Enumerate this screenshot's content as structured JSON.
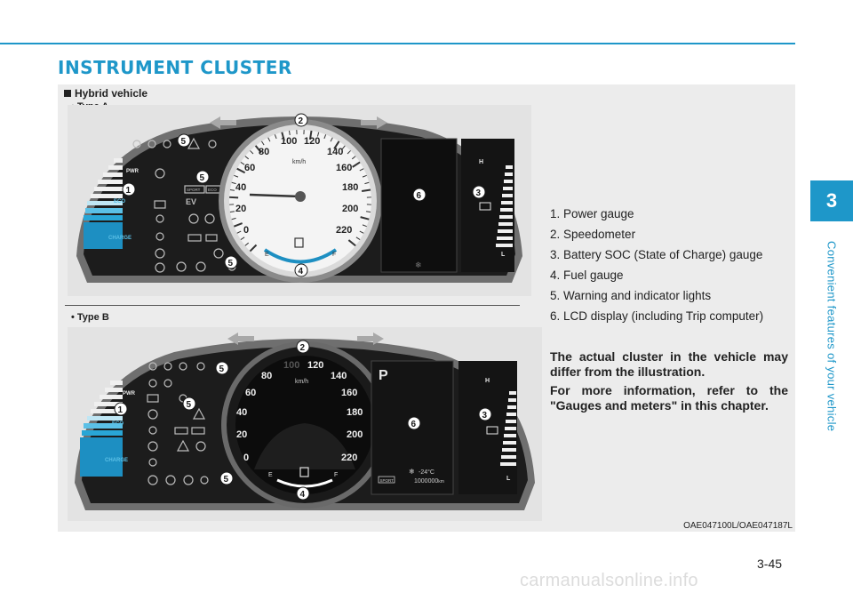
{
  "section_title": "INSTRUMENT CLUSTER",
  "chapter": {
    "number": "3",
    "title": "Convenient features of your vehicle"
  },
  "variant_heading": "Hybrid vehicle",
  "type_a_label": "• Type A",
  "type_b_label": "• Type B",
  "legend": [
    "1. Power gauge",
    "2. Speedometer",
    "3. Battery SOC (State of Charge) gauge",
    "4. Fuel gauge",
    "5. Warning and indicator lights",
    "6. LCD display (including Trip computer)"
  ],
  "note_1": "The actual cluster in the vehicle may differ from the illustration.",
  "note_2": "For more information, refer to the \"Gauges and meters\" in this chapter.",
  "image_code": "OAE047100L/OAE047187L",
  "page_number": "3-45",
  "watermark": "carmanualsonline.info",
  "cluster": {
    "speed_unit": "km/h",
    "speed_ticks": [
      "0",
      "20",
      "40",
      "60",
      "80",
      "100",
      "120",
      "140",
      "160",
      "180",
      "200",
      "220"
    ],
    "power_labels": [
      "PWR",
      "ECO",
      "CHARGE"
    ],
    "fuel_labels": [
      "E",
      "F"
    ],
    "soc_labels": [
      "H",
      "L"
    ],
    "mode_labels": [
      "SPORT",
      "ECO",
      "EV"
    ],
    "gear": "P",
    "outside_temp": "-24",
    "temp_unit": "°C",
    "odometer": "1000000",
    "odo_unit": "km",
    "callouts": [
      "1",
      "2",
      "3",
      "4",
      "5",
      "6"
    ]
  },
  "colors": {
    "accent": "#1e97c9",
    "panel": "#ececec",
    "callout": "#ffffff"
  }
}
